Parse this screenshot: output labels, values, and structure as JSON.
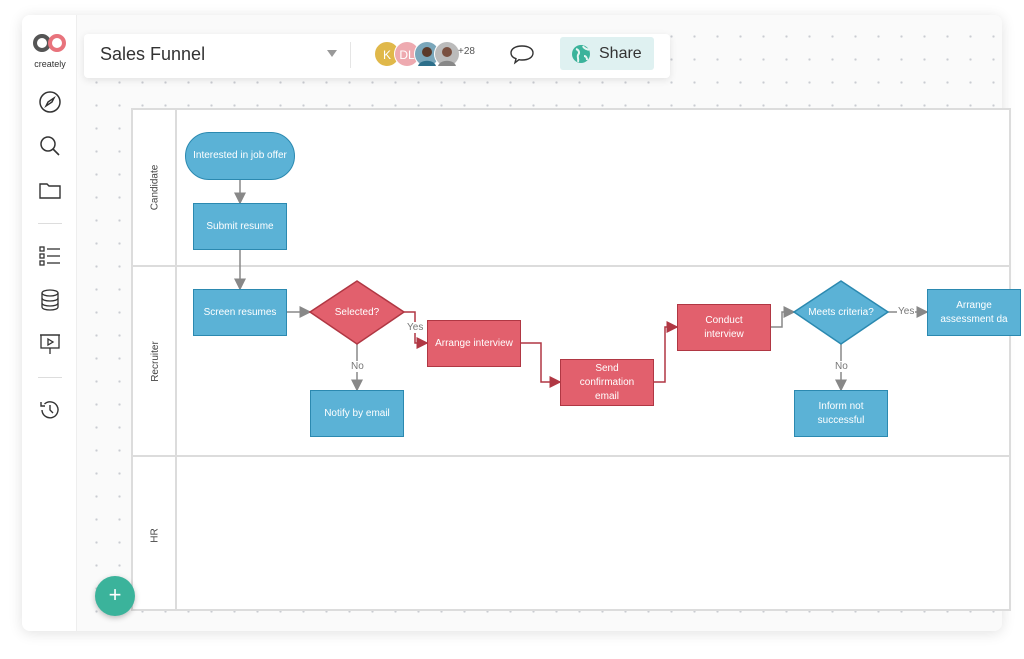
{
  "app": {
    "logo_text": "creately"
  },
  "header": {
    "title": "Sales Funnel",
    "collaborators": [
      {
        "initial": "K",
        "color": "#e0b84a"
      },
      {
        "initial": "DL",
        "color": "#eeaab0"
      }
    ],
    "extra_count": "+28",
    "share_label": "Share"
  },
  "sidebar": {
    "icons": [
      "compass-icon",
      "search-icon",
      "folder-icon",
      "checklist-icon",
      "database-icon",
      "presentation-icon",
      "history-icon"
    ]
  },
  "colors": {
    "process_blue": "#5bb2d6",
    "process_red": "#e2606d",
    "share_bg": "#dff1f1",
    "fab": "#3bb39b"
  },
  "diagram": {
    "lanes": [
      "Candidate",
      "Recruiter",
      "HR"
    ],
    "nodes": {
      "interested": "Interested in job offer",
      "submit": "Submit resume",
      "screen": "Screen resumes",
      "selected": "Selected?",
      "notify": "Notify by email",
      "arrange_interview": "Arrange interview",
      "send_confirmation": "Send confirmation email",
      "conduct": "Conduct interview",
      "meets": "Meets criteria?",
      "inform": "Inform not successful",
      "assessment": "Arrange assessment da"
    },
    "edge_labels": {
      "yes1": "Yes",
      "no1": "No",
      "yes2": "Yes",
      "no2": "No"
    }
  }
}
